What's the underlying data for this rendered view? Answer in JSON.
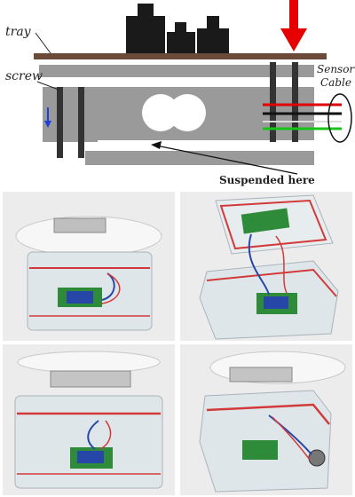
{
  "labels": {
    "tray": "tray",
    "screw": "screw",
    "sensor_cable_line1": "Sensor",
    "sensor_cable_line2": "Cable",
    "suspended_here": "Suspended here"
  },
  "colors": {
    "beam": "#9a9a9a",
    "tray": "#6b4a3a",
    "weights": "#1a1a1a",
    "screw": "#333333",
    "force_arrow": "#e60000",
    "deflection_arrow": "#1f3fd6",
    "wire_red": "#e00000",
    "wire_black": "#111111",
    "wire_white": "#ffffff",
    "wire_green": "#19c419",
    "enclosure_red": "#d23a3a",
    "pcb_green": "#2e8b3a",
    "pcb_blue": "#2747a8"
  },
  "photos": [
    {
      "name": "photo-front-view-tray-on"
    },
    {
      "name": "photo-angled-view-lid-open"
    },
    {
      "name": "photo-front-view-loadcell"
    },
    {
      "name": "photo-side-view-connector"
    }
  ]
}
